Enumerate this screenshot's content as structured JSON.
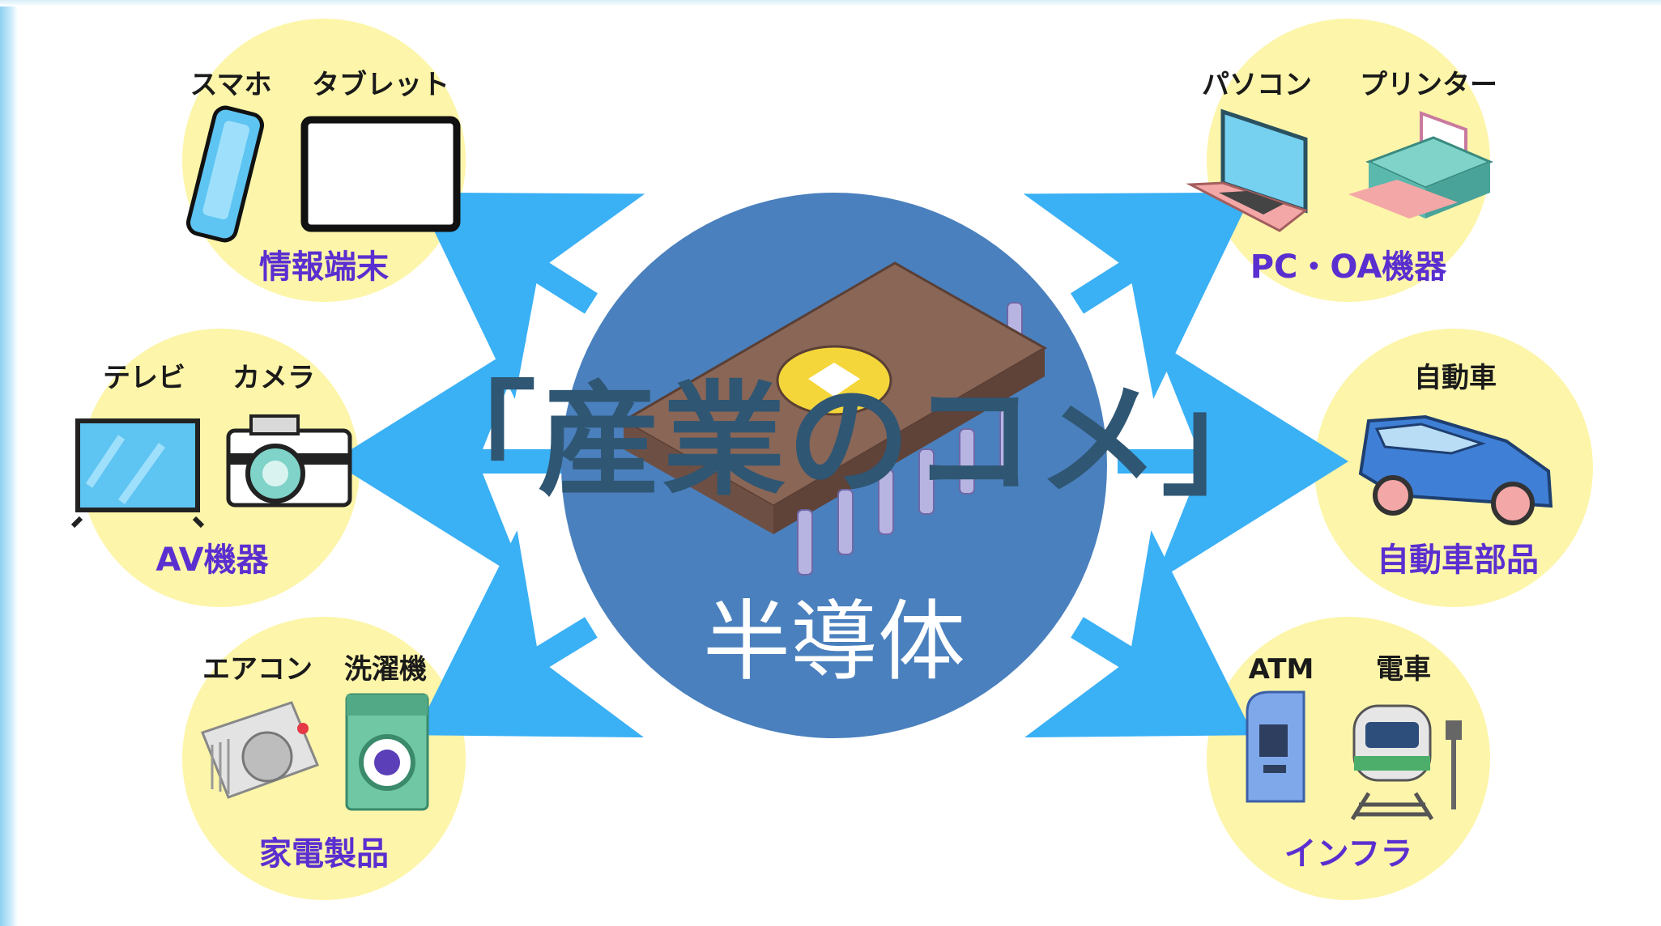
{
  "center": {
    "label": "半導体"
  },
  "overlay_title": "「産業のコメ」",
  "groups": [
    {
      "id": "info",
      "category": "情報端末",
      "items": [
        "スマホ",
        "タブレット"
      ]
    },
    {
      "id": "av",
      "category": "AV機器",
      "items": [
        "テレビ",
        "カメラ"
      ]
    },
    {
      "id": "appliance",
      "category": "家電製品",
      "items": [
        "エアコン",
        "洗濯機"
      ]
    },
    {
      "id": "pc",
      "category": "PC・OA機器",
      "items": [
        "パソコン",
        "プリンター"
      ]
    },
    {
      "id": "car",
      "category": "自動車部品",
      "items": [
        "自動車"
      ]
    },
    {
      "id": "infra",
      "category": "インフラ",
      "items": [
        "ATM",
        "電車"
      ]
    }
  ],
  "colors": {
    "center_circle": "#4a80bd",
    "category_circle": "#fdf5a9",
    "arrow": "#3ab0f5",
    "category_text": "#5a2fd0",
    "title_text": "#2f5673",
    "chip_body": "#8a6656",
    "chip_pins": "#b8b4e2"
  },
  "icons": [
    "smartphone-icon",
    "tablet-icon",
    "tv-icon",
    "camera-icon",
    "air-conditioner-icon",
    "washing-machine-icon",
    "laptop-icon",
    "printer-icon",
    "car-icon",
    "atm-icon",
    "train-icon",
    "semiconductor-chip-icon"
  ]
}
